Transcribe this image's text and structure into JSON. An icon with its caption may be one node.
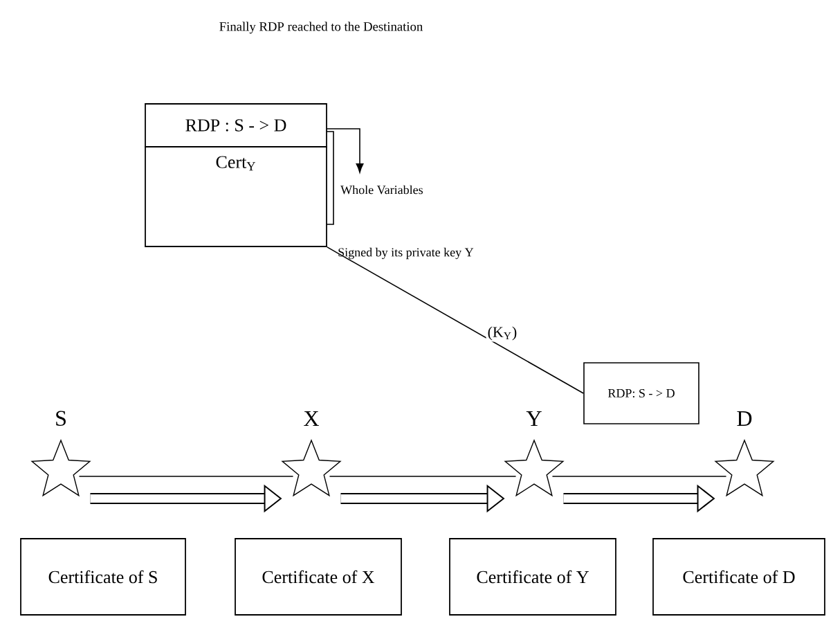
{
  "diagram": {
    "title": "Finally RDP reached to the Destination",
    "nodes": [
      {
        "text": [
          "RDP : S - > D"
        ]
      },
      {
        "text": [
          "Cert$_{Y}$"
        ]
      },
      {
        "text": [
          "RDP: S - > D"
        ]
      },
      {
        "text": [
          "S"
        ]
      },
      {
        "text": [
          "X"
        ]
      },
      {
        "text": [
          "Y"
        ]
      },
      {
        "text": [
          "D"
        ]
      },
      {
        "text": [
          "Certificate of S"
        ]
      },
      {
        "text": [
          "Certificate of X"
        ]
      },
      {
        "text": [
          "Certificate of Y"
        ]
      },
      {
        "text": [
          "Certificate of D"
        ]
      }
    ],
    "edges": [
      {
        "from": 1,
        "to": 2,
        "arrow": "none",
        "label": "(K$_{Y}$)"
      },
      {
        "from": 3,
        "to": 4,
        "arrow": "to",
        "style": "thick"
      },
      {
        "from": 4,
        "to": 5,
        "arrow": "to",
        "style": "thick"
      },
      {
        "from": 5,
        "to": 6,
        "arrow": "to",
        "style": "thick"
      },
      {
        "from": 3,
        "to": 4,
        "arrow": "none"
      },
      {
        "from": 4,
        "to": 5,
        "arrow": "none"
      },
      {
        "from": 5,
        "to": 6,
        "arrow": "none"
      }
    ],
    "labels": [
      "Whole Variables",
      "Signed by its private key Y"
    ]
  }
}
